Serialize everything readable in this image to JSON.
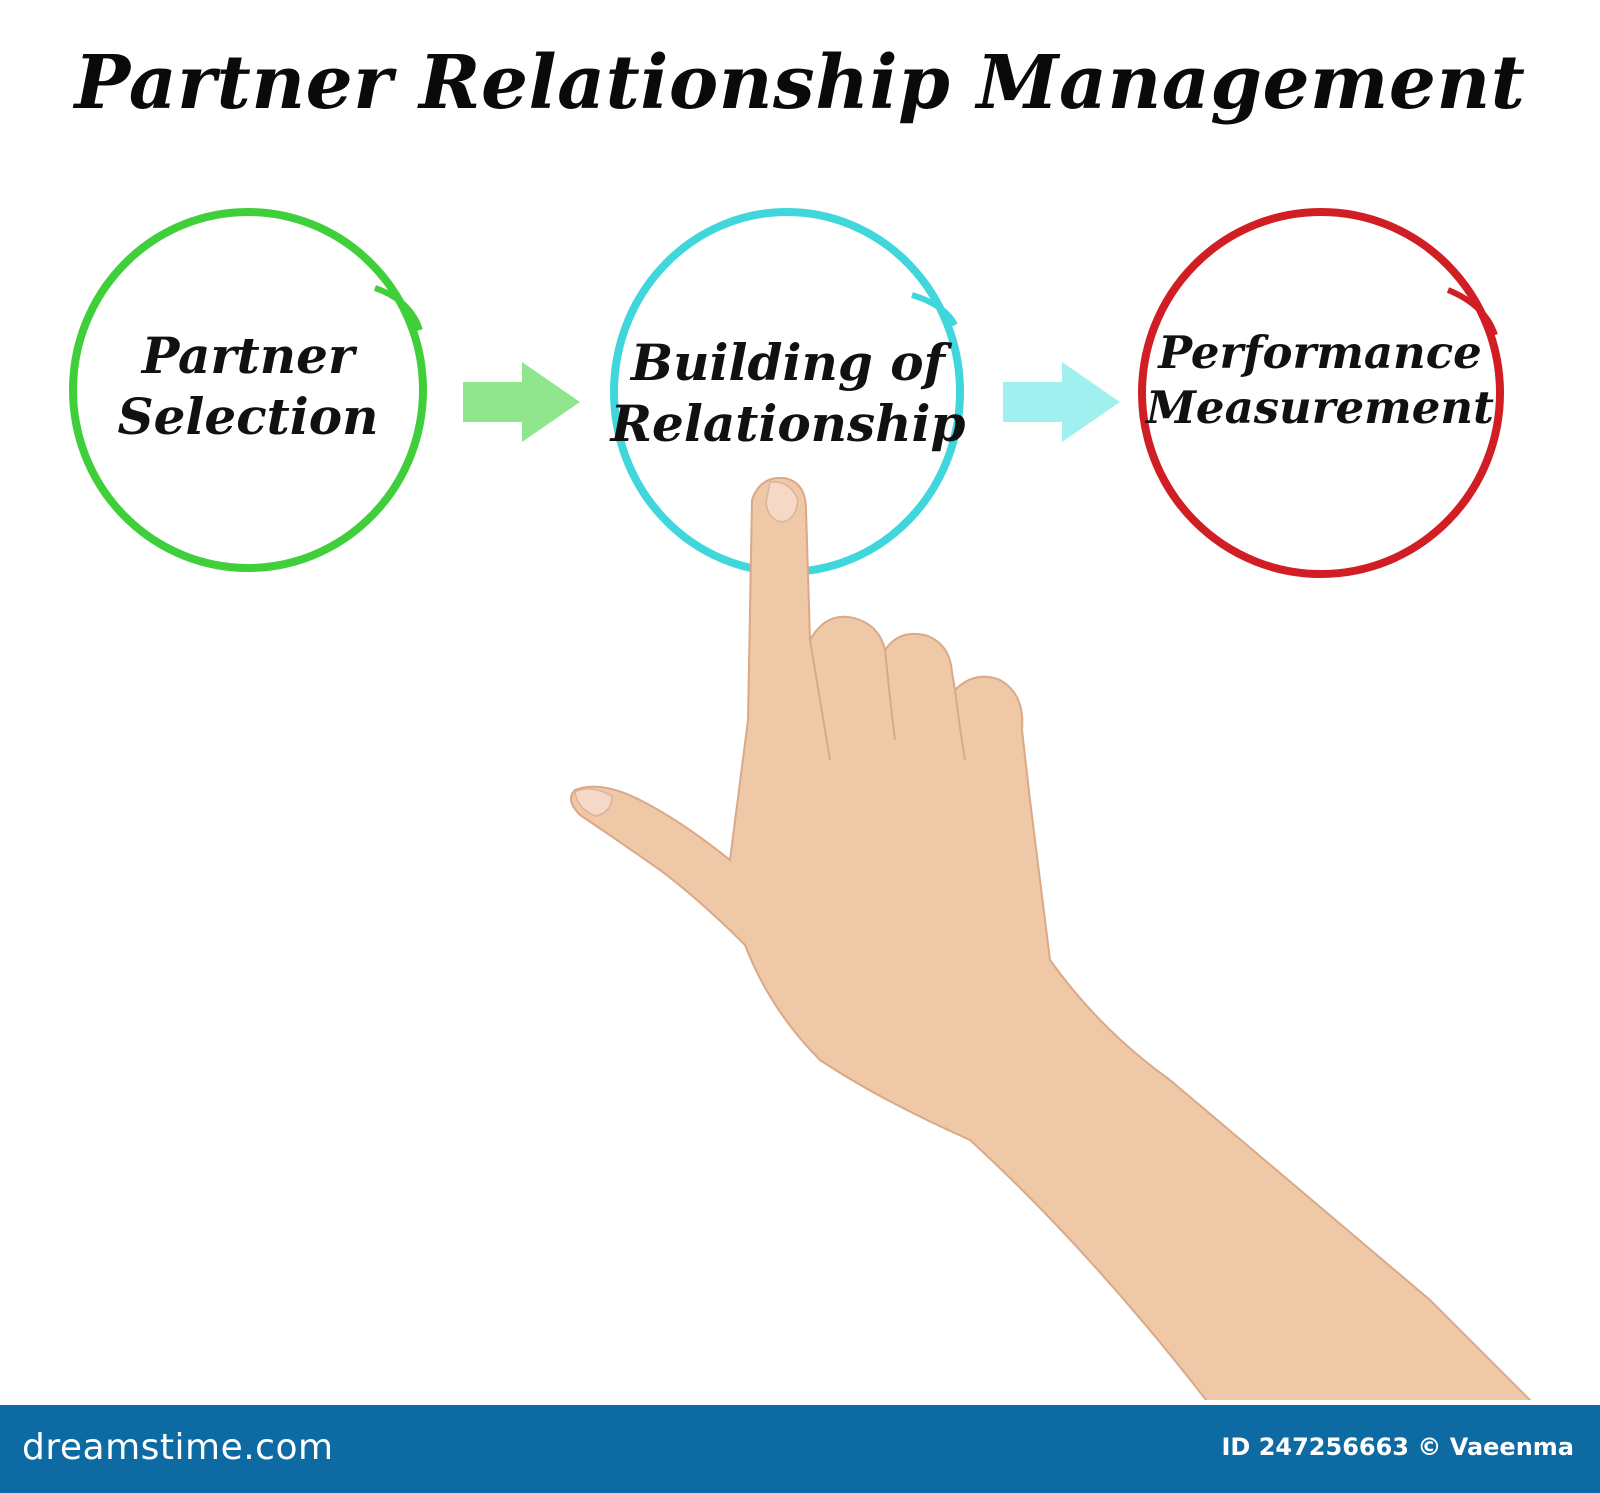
{
  "title": "Partner Relationship Management",
  "nodes": [
    {
      "id": "partner-selection",
      "lines": [
        "Partner",
        "Selection"
      ],
      "color": "#3fcf3a"
    },
    {
      "id": "building-of-relationship",
      "lines": [
        "Building of",
        "Relationship"
      ],
      "color": "#3fd6dc"
    },
    {
      "id": "performance-measurement",
      "lines": [
        "Performance",
        "Measurement"
      ],
      "color": "#d11e24"
    }
  ],
  "arrows": [
    {
      "color": "#8fe68c"
    },
    {
      "color": "#9ff0ee"
    }
  ],
  "footer": {
    "brand": "dreamstime.com",
    "credit": "ID 247256663 © Vaeenma"
  }
}
